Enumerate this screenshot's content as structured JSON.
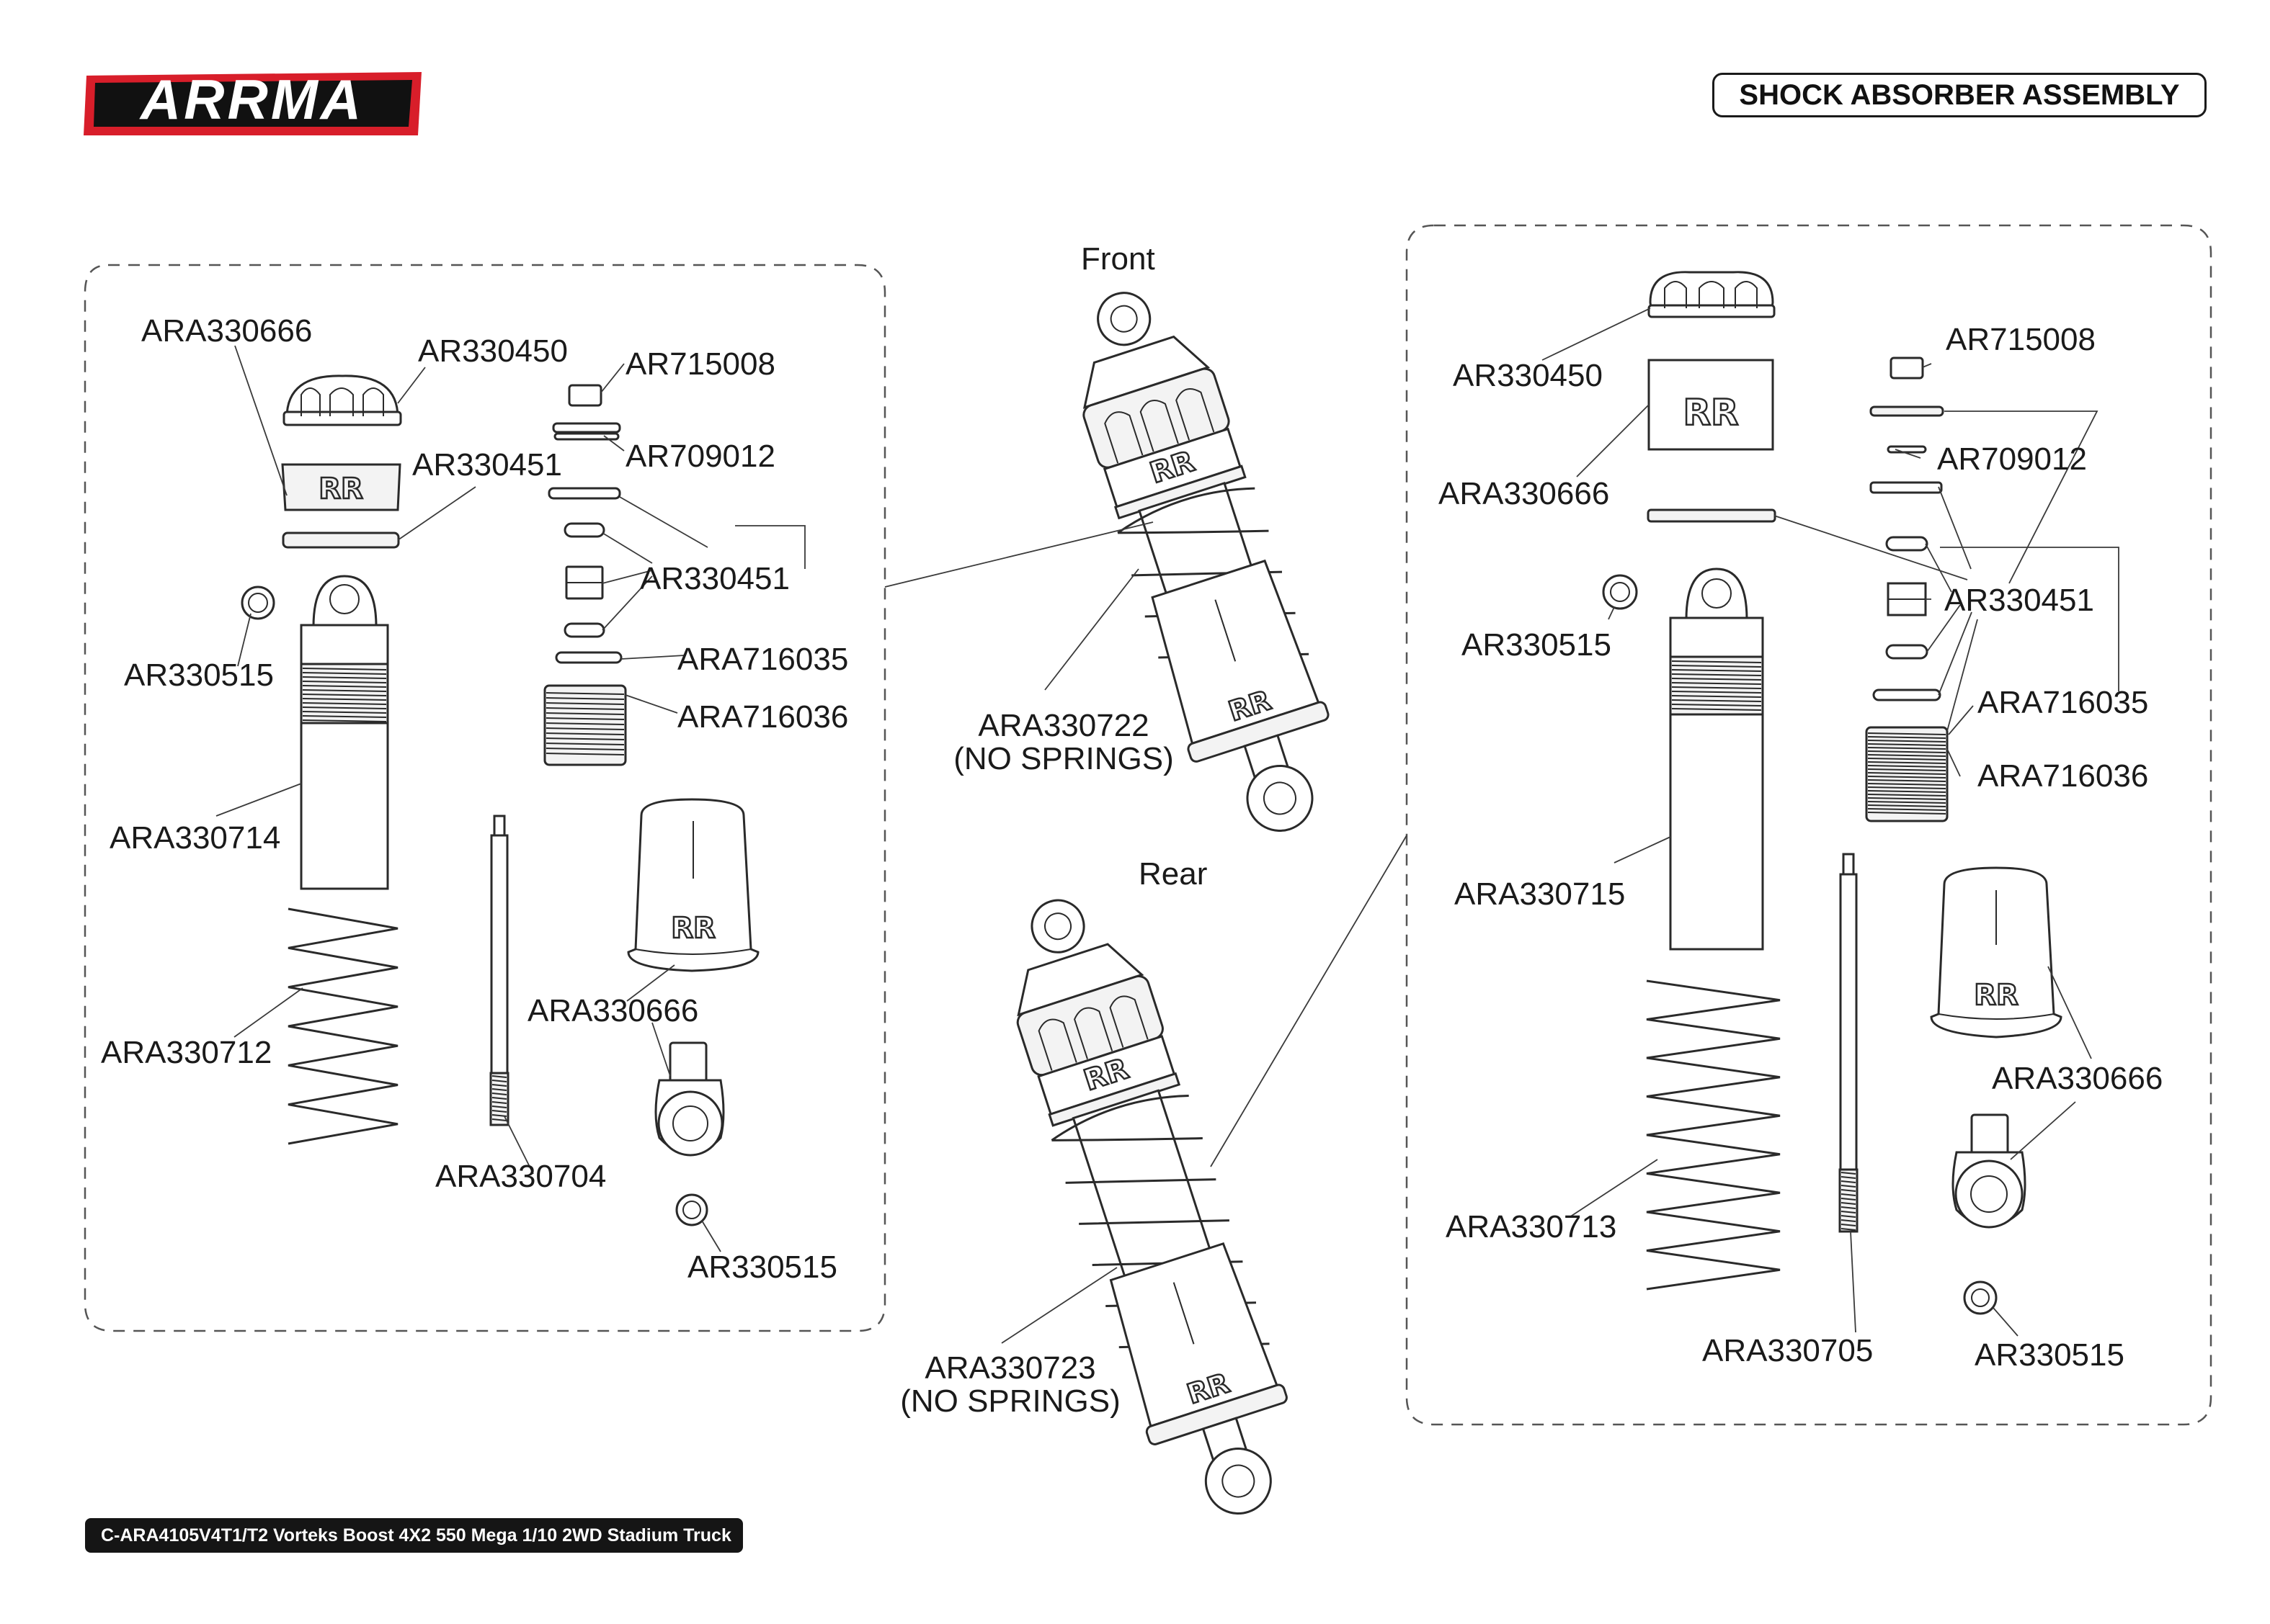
{
  "brand": {
    "logo_text": "ARRMA",
    "color": "#d81e2a"
  },
  "header": {
    "title": "SHOCK ABSORBER ASSEMBLY"
  },
  "footer": {
    "text": "C-ARA4105V4T1/T2 Vorteks Boost 4X2 550 Mega 1/10 2WD Stadium Truck"
  },
  "center": {
    "front_heading": "Front",
    "rear_heading": "Rear",
    "front_part": "ARA330722",
    "front_note": "(NO SPRINGS)",
    "rear_part": "ARA330723",
    "rear_note": "(NO SPRINGS)"
  },
  "front_kit": {
    "cap_top": "ARA330666",
    "cap": "AR330450",
    "nut": "AR715008",
    "washer": "AR709012",
    "seal_ring": "AR330451",
    "seals": "AR330451",
    "oring_a": "ARA716035",
    "oring_b": "ARA716036",
    "bushing_top": "AR330515",
    "body": "ARA330714",
    "spring": "ARA330712",
    "shaft": "ARA330704",
    "end_cup": "ARA330666",
    "bushing_bottom": "AR330515"
  },
  "rear_kit": {
    "cap": "AR330450",
    "nut": "AR715008",
    "cap_top": "ARA330666",
    "washer": "AR709012",
    "bushing_top": "AR330515",
    "seals": "AR330451",
    "oring_a": "ARA716035",
    "oring_b": "ARA716036",
    "body": "ARA330715",
    "spring": "ARA330713",
    "end_cup": "ARA330666",
    "shaft": "ARA330705",
    "bushing_bottom": "AR330515"
  }
}
